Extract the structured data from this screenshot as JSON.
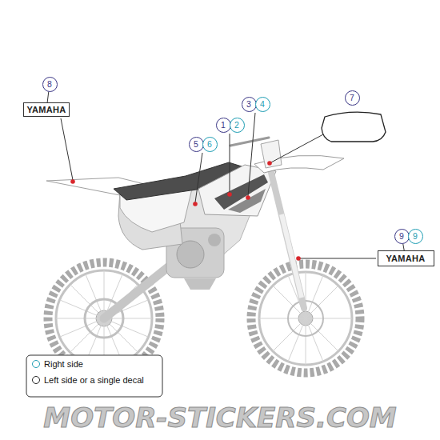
{
  "diagram": {
    "nodes": [
      {
        "text": [
          "8"
        ]
      },
      {
        "text": [
          "7"
        ]
      },
      {
        "text": [
          "3"
        ]
      },
      {
        "text": [
          "4"
        ]
      },
      {
        "text": [
          "YAMAHA"
        ]
      },
      {
        "text": [
          "1"
        ]
      },
      {
        "text": [
          "2"
        ]
      },
      {
        "text": [
          "5"
        ]
      },
      {
        "text": [
          "6"
        ]
      },
      {
        "text": [
          "9"
        ]
      },
      {
        "text": [
          "9"
        ]
      },
      {
        "text": [
          "YAMAHA"
        ]
      }
    ],
    "edges": [
      {
        "from": 0,
        "to": 4,
        "arrow": "none"
      },
      {
        "from": 9,
        "to": 11,
        "arrow": "none"
      }
    ],
    "labels": [
      "MOTOR-STICKERS.COM"
    ],
    "legend": [
      {
        "text": "Right side"
      },
      {
        "text": "Left side or a single decal"
      }
    ]
  }
}
